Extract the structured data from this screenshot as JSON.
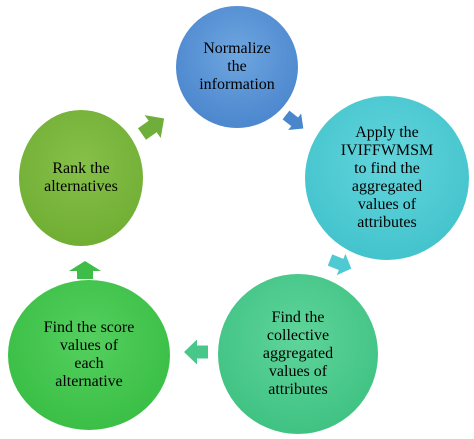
{
  "nodes": [
    {
      "id": "n1",
      "lines": [
        "Normalize",
        "the",
        "information"
      ],
      "color": "#5a93d4"
    },
    {
      "id": "n2",
      "lines": [
        "Apply the",
        "IVIFFWMSM",
        "to find the",
        "aggregated",
        "values of",
        "attributes"
      ],
      "color": "#4ec9d1"
    },
    {
      "id": "n3",
      "lines": [
        "Find the",
        "collective",
        "aggregated",
        "values of",
        "attributes"
      ],
      "color": "#4bc98c"
    },
    {
      "id": "n4",
      "lines": [
        "Find the score",
        "values of",
        "each",
        "alternative"
      ],
      "color": "#42c44d"
    },
    {
      "id": "n5",
      "lines": [
        "Rank the",
        "alternatives"
      ],
      "color": "#7ab63e"
    }
  ],
  "arrows": [
    {
      "from": "n1",
      "to": "n2",
      "color": "#4a86cc"
    },
    {
      "from": "n2",
      "to": "n3",
      "color": "#4fc9d2"
    },
    {
      "from": "n3",
      "to": "n4",
      "color": "#48c78b"
    },
    {
      "from": "n4",
      "to": "n5",
      "color": "#3fbd49"
    },
    {
      "from": "n5",
      "to": "n1",
      "color": "#6fae3a"
    }
  ]
}
